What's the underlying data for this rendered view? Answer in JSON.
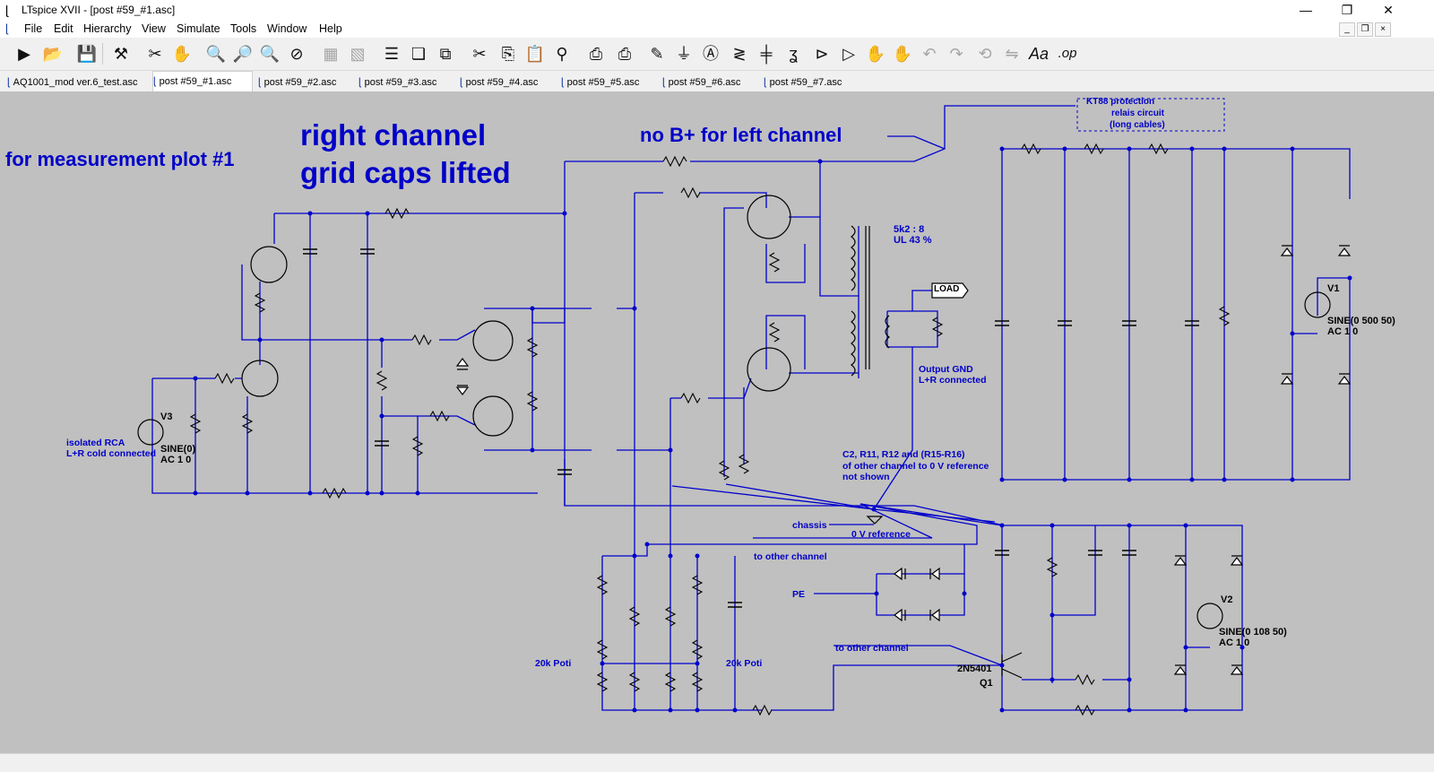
{
  "window": {
    "title": "LTspice XVII - [post #59_#1.asc]",
    "minimize": "—",
    "restore": "❐",
    "close": "✕"
  },
  "menu": {
    "items": [
      "File",
      "Edit",
      "Hierarchy",
      "View",
      "Simulate",
      "Tools",
      "Window",
      "Help"
    ]
  },
  "toolbar": {
    "icons": [
      "run-icon",
      "open-icon",
      "save-icon",
      "control-panel-icon",
      "halt-icon",
      "pan-icon",
      "zoom-in-icon",
      "zoom-area-icon",
      "zoom-out-icon",
      "zoom-fit-icon",
      "grid-icon",
      "autorange-icon",
      "tile-icon",
      "cascade-icon",
      "close-windows-icon",
      "cut-icon",
      "copy-icon",
      "paste-icon",
      "find-icon",
      "print-icon",
      "print-preview-icon",
      "wire-icon",
      "ground-icon",
      "label-icon",
      "resistor-icon",
      "capacitor-icon",
      "inductor-icon",
      "diode-icon",
      "component-icon",
      "move-icon",
      "drag-icon",
      "undo-icon",
      "redo-icon",
      "rotate-icon",
      "mirror-icon",
      "text-icon",
      "spice-directive-icon"
    ]
  },
  "tabs": [
    {
      "label": "AQ1001_mod ver.6_test.asc",
      "active": false
    },
    {
      "label": "post #59_#1.asc",
      "active": true
    },
    {
      "label": "post #59_#2.asc",
      "active": false
    },
    {
      "label": "post #59_#3.asc",
      "active": false
    },
    {
      "label": "post #59_#4.asc",
      "active": false
    },
    {
      "label": "post #59_#5.asc",
      "active": false
    },
    {
      "label": "post #59_#6.asc",
      "active": false
    },
    {
      "label": "post #59_#7.asc",
      "active": false
    }
  ],
  "schematic": {
    "heading1": "right channel",
    "heading2": "grid caps lifted",
    "heading3": "for measurement plot #1",
    "heading4": "no B+ for left channel",
    "kt88_note": [
      "KT88 protection",
      "relais circuit",
      "(long cables)"
    ],
    "transformer_note": [
      "5k2 : 8",
      "UL 43 %"
    ],
    "output_gnd": [
      "Output GND",
      "L+R connected"
    ],
    "isolated_rca": [
      "isolated RCA",
      "L+R cold connected"
    ],
    "not_shown": [
      "C2, R11, R12 and (R15-R16)",
      "of other channel to 0 V reference",
      "not shown"
    ],
    "chassis": "chassis",
    "zero_ref": "0 V reference",
    "to_other_channel_1": "to other channel",
    "to_other_channel_2": "to other channel",
    "pe": "PE",
    "load": "LOAD",
    "poti_left": "20k Poti",
    "poti_right": "20k Poti",
    "v1": [
      "V1",
      "SINE(0 500 50)",
      "AC 1 0"
    ],
    "v2": [
      "V2",
      "SINE(0 108 50)",
      "AC 1 0"
    ],
    "v3": [
      "V3",
      "SINE(0)",
      "AC 1 0"
    ],
    "q1": [
      "2N5401",
      "Q1"
    ]
  }
}
